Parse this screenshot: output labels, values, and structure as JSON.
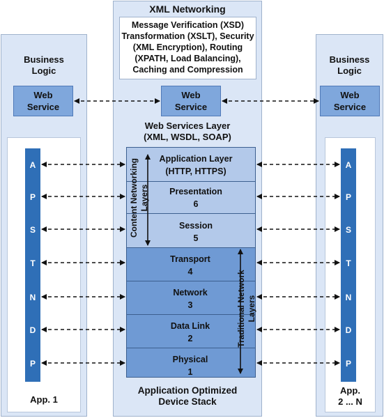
{
  "left_column": {
    "title_line1": "Business",
    "title_line2": "Logic",
    "web_service_line1": "Web",
    "web_service_line2": "Service",
    "app_label": "App. 1"
  },
  "right_column": {
    "title_line1": "Business",
    "title_line2": "Logic",
    "web_service_line1": "Web",
    "web_service_line2": "Service",
    "app_label_line1": "App.",
    "app_label_line2": "2 ... N"
  },
  "center_column": {
    "title": "XML Networking",
    "features_box_lines": [
      "Message Verification (XSD)",
      "Transformation (XSLT), Security",
      "(XML Encryption), Routing",
      "(XPATH, Load Balancing),",
      "Caching and Compression"
    ],
    "web_service_line1": "Web",
    "web_service_line2": "Service",
    "ws_layer_line1": "Web Services Layer",
    "ws_layer_line2": "(XML, WSDL, SOAP)",
    "layers": [
      {
        "name": "Application Layer",
        "detail": "(HTTP, HTTPS)"
      },
      {
        "name": "Presentation",
        "detail": "6"
      },
      {
        "name": "Session",
        "detail": "5"
      },
      {
        "name": "Transport",
        "detail": "4"
      },
      {
        "name": "Network",
        "detail": "3"
      },
      {
        "name": "Data Link",
        "detail": "2"
      },
      {
        "name": "Physical",
        "detail": "1"
      }
    ],
    "content_networking_line1": "Content Networking",
    "content_networking_line2": "Layers",
    "traditional_network_line1": "Traditional Network",
    "traditional_network_line2": "Layers",
    "footer_line1": "Application Optimized",
    "footer_line2": "Device Stack"
  },
  "osi_letters": [
    "A",
    "P",
    "S",
    "T",
    "N",
    "D",
    "P"
  ],
  "colors": {
    "column_bg": "#dbe6f6",
    "web_service_bg": "#7fa7dc",
    "letter_bar": "#2f6fb7",
    "content_layers": "#b3c9ea",
    "traditional_layers": "#6f9ad4"
  }
}
